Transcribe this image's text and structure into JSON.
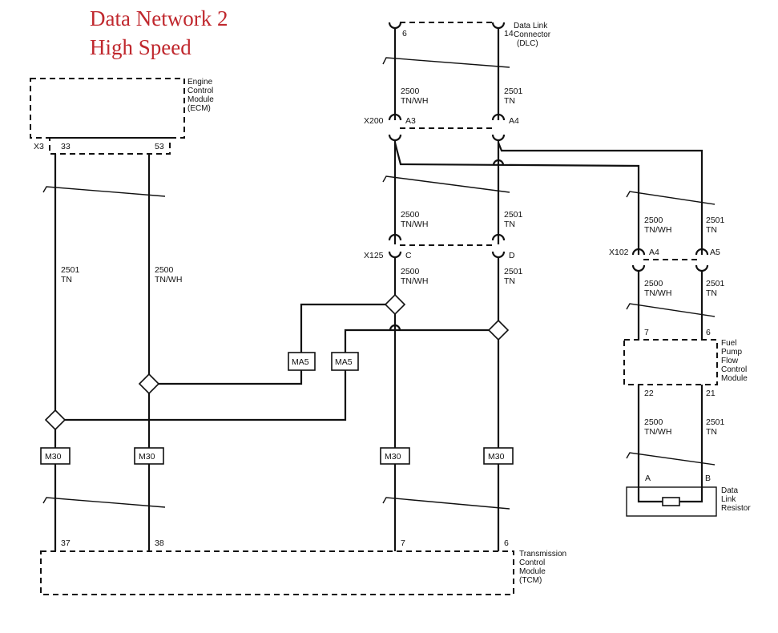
{
  "title": {
    "line1": "Data Network 2",
    "line2": "High Speed"
  },
  "modules": {
    "ecm": {
      "line1": "Engine",
      "line2": "Control",
      "line3": "Module",
      "line4": "(ECM)",
      "connector": "X3",
      "pin_a": "33",
      "pin_b": "53"
    },
    "dlc": {
      "line1": "Data Link",
      "line2": "Connector",
      "line3": "(DLC)",
      "pin_a": "6",
      "pin_b": "14"
    },
    "tcm": {
      "line1": "Transmission",
      "line2": "Control",
      "line3": "Module",
      "line4": "(TCM)",
      "pin_1": "37",
      "pin_2": "38",
      "pin_3": "7",
      "pin_4": "6"
    },
    "fpfcm": {
      "line1": "Fuel",
      "line2": "Pump",
      "line3": "Flow",
      "line4": "Control",
      "line5": "Module",
      "pin_in_a": "7",
      "pin_in_b": "6",
      "pin_out_a": "22",
      "pin_out_b": "21"
    },
    "resistor": {
      "line1": "Data",
      "line2": "Link",
      "line3": "Resistor",
      "pin_a": "A",
      "pin_b": "B"
    }
  },
  "connectors": {
    "x200": {
      "name": "X200",
      "pin_a": "A3",
      "pin_b": "A4"
    },
    "x125": {
      "name": "X125",
      "pin_a": "C",
      "pin_b": "D"
    },
    "x102": {
      "name": "X102",
      "pin_a": "A4",
      "pin_b": "A5"
    }
  },
  "wires": {
    "w2500": {
      "circuit": "2500",
      "color": "TN/WH"
    },
    "w2501": {
      "circuit": "2501",
      "color": "TN"
    }
  },
  "splice_labels": {
    "ma5": "MA5",
    "m30": "M30"
  }
}
